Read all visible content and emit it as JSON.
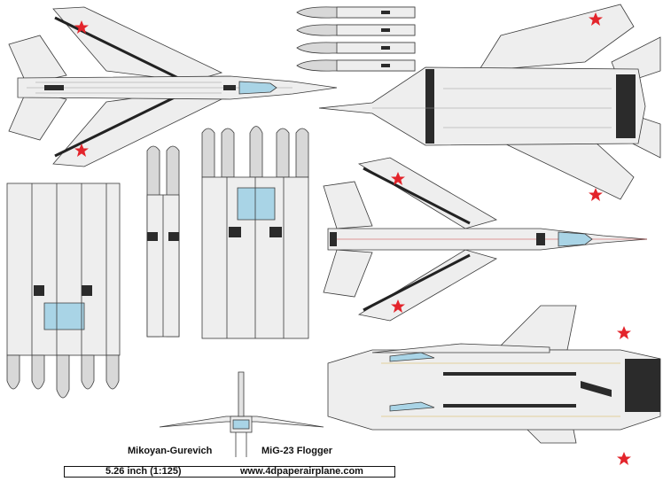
{
  "sheet": {
    "manufacturer": "Mikoyan-Gurevich",
    "model": "MiG-23 Flogger",
    "scale": "5.26 inch (1:125)",
    "website": "www.4dpaperairplane.com"
  },
  "colors": {
    "panel": "#eeeeee",
    "tank": "#d8d8d8",
    "canopy": "#a9d4e6",
    "outline": "#3a3a3a",
    "dark": "#2b2b2b",
    "star": "#e3242b",
    "fuselage_line": "#c94040"
  },
  "parts": [
    "top-view-wings-spread",
    "bottom-view-wings-spread",
    "top-view-wings-swept",
    "side-view-profile",
    "front-view",
    "fuselage-panels-left",
    "fuselage-panels-center",
    "fuselage-panels-right",
    "drop-tank-set"
  ]
}
